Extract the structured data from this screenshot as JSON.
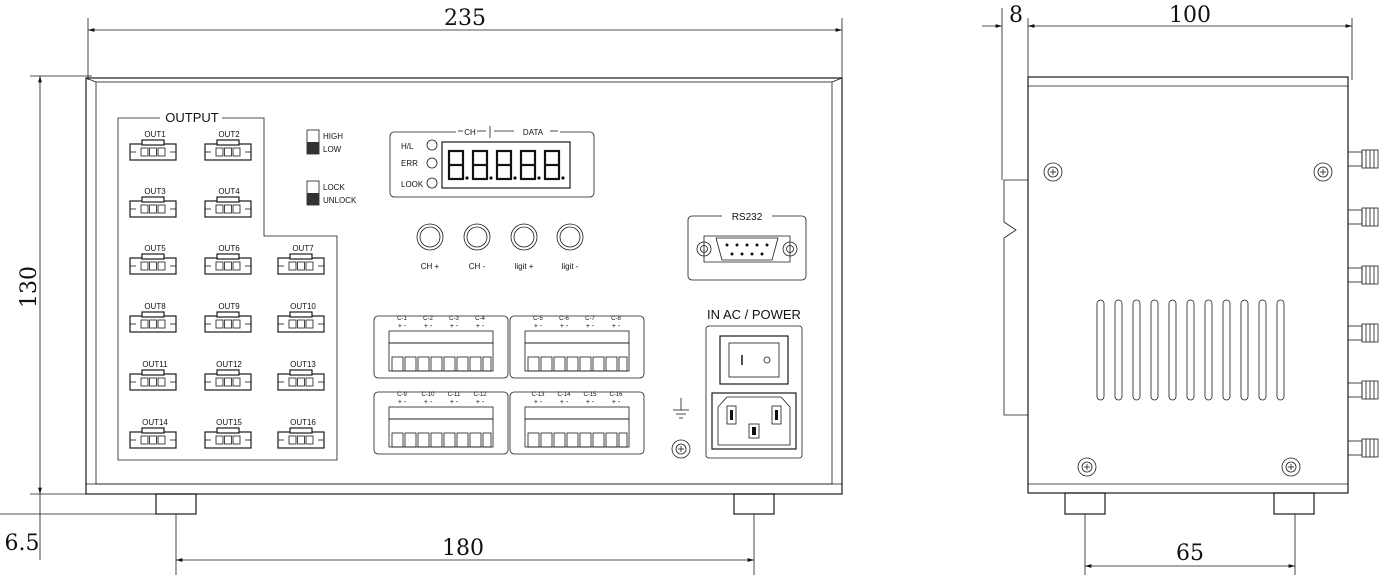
{
  "dimensions": {
    "width_front": "235",
    "height_front": "130",
    "feet": "6.5",
    "feet_span": "180",
    "side_offset": "8",
    "depth": "100",
    "feet_side": "65"
  },
  "front_panel": {
    "output_title": "OUTPUT",
    "outputs": [
      "OUT1",
      "OUT2",
      "OUT3",
      "OUT4",
      "OUT5",
      "OUT6",
      "OUT7",
      "OUT8",
      "OUT9",
      "OUT10",
      "OUT11",
      "OUT12",
      "OUT13",
      "OUT14",
      "OUT15",
      "OUT16"
    ],
    "switches": {
      "high": "HIGH",
      "low": "LOW",
      "lock": "LOCK",
      "unlock": "UNLOCK"
    },
    "display": {
      "ch_label": "CH",
      "data_label": "DATA",
      "indicators": [
        "H/L",
        "ERR",
        "LOOK"
      ],
      "digits": "8.8.8.8.8."
    },
    "buttons": [
      "CH +",
      "CH -",
      "ligit +",
      "ligit -"
    ],
    "terminal_blocks": [
      [
        "C-1",
        "C-2",
        "C-3",
        "C-4"
      ],
      [
        "C-5",
        "C-6",
        "C-7",
        "C-8"
      ],
      [
        "C-9",
        "C-10",
        "C-11",
        "C-12"
      ],
      [
        "C-13",
        "C-14",
        "C-15",
        "C-16"
      ]
    ],
    "pm": "+ -",
    "rs232": "RS232",
    "power": "IN  AC / POWER"
  }
}
